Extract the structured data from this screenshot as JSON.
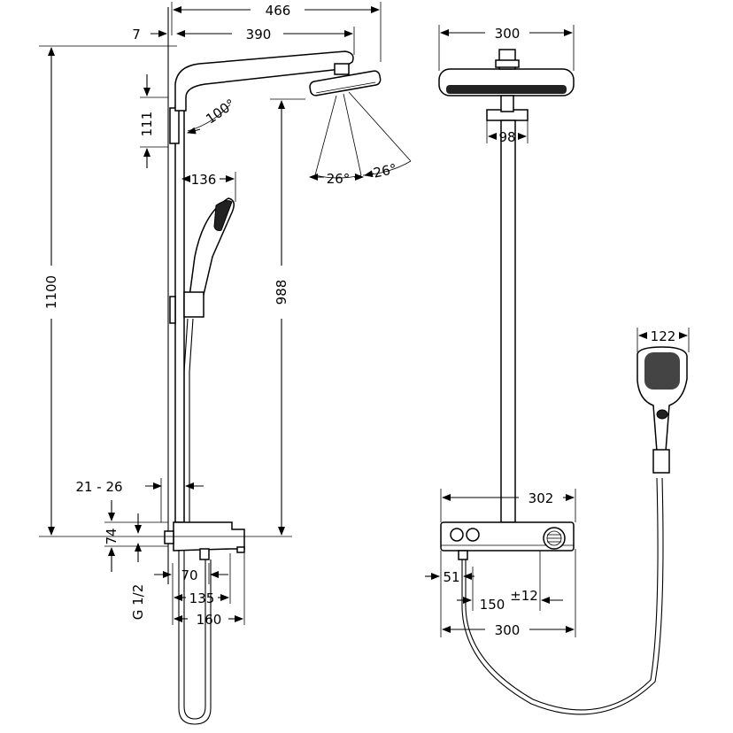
{
  "dimensions": {
    "total_width": "466",
    "wall_offset": "7",
    "arm_length": "390",
    "bracket_height": "111",
    "head_angle": "100°",
    "spray_angle_left": "26°",
    "spray_angle_right": "26°",
    "hand_offset": "136",
    "height_total": "1100",
    "height_head": "988",
    "bracket_range": "21 - 26",
    "thermostat_height": "74",
    "outlet_depth": "70",
    "depth_mid": "135",
    "depth_total": "160",
    "connection": "G 1/2",
    "head_width": "300",
    "head_neck": "98",
    "thermostat_width": "302",
    "outlet_offset": "51",
    "connection_spacing": "150",
    "connection_tolerance": "±12",
    "base_width": "300",
    "handshower_width": "122"
  }
}
